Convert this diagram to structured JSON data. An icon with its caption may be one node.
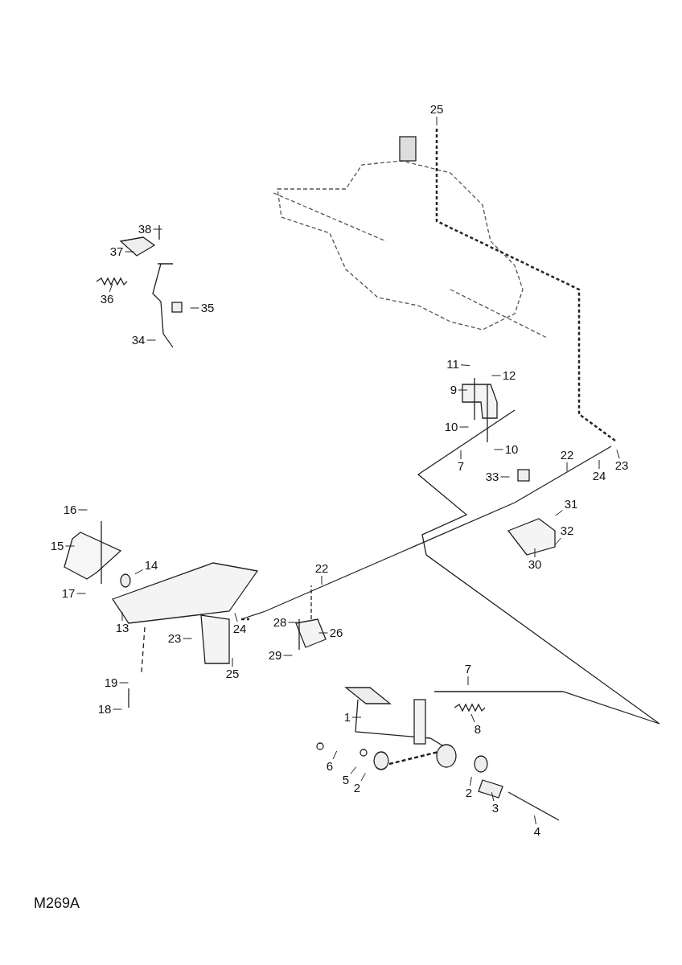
{
  "diagram": {
    "nodes": [
      {
        "text": [
          "25"
        ]
      },
      {
        "text": [
          "38"
        ]
      },
      {
        "text": [
          "37"
        ]
      },
      {
        "text": [
          "36"
        ]
      },
      {
        "text": [
          "35"
        ]
      },
      {
        "text": [
          "34"
        ]
      },
      {
        "text": [
          "11"
        ]
      },
      {
        "text": [
          "12"
        ]
      },
      {
        "text": [
          "9"
        ]
      },
      {
        "text": [
          "10"
        ]
      },
      {
        "text": [
          "10"
        ]
      },
      {
        "text": [
          "22"
        ]
      },
      {
        "text": [
          "7"
        ]
      },
      {
        "text": [
          "23"
        ]
      },
      {
        "text": [
          "24"
        ]
      },
      {
        "text": [
          "33"
        ]
      },
      {
        "text": [
          "31"
        ]
      },
      {
        "text": [
          "32"
        ]
      },
      {
        "text": [
          "30"
        ]
      },
      {
        "text": [
          "16"
        ]
      },
      {
        "text": [
          "15"
        ]
      },
      {
        "text": [
          "14"
        ]
      },
      {
        "text": [
          "22"
        ]
      },
      {
        "text": [
          "17"
        ]
      },
      {
        "text": [
          "28"
        ]
      },
      {
        "text": [
          "13"
        ]
      },
      {
        "text": [
          "26"
        ]
      },
      {
        "text": [
          "24"
        ]
      },
      {
        "text": [
          "23"
        ]
      },
      {
        "text": [
          "29"
        ]
      },
      {
        "text": [
          "25"
        ]
      },
      {
        "text": [
          "7"
        ]
      },
      {
        "text": [
          "19"
        ]
      },
      {
        "text": [
          "1"
        ]
      },
      {
        "text": [
          "8"
        ]
      },
      {
        "text": [
          "18"
        ]
      },
      {
        "text": [
          "6"
        ]
      },
      {
        "text": [
          "5"
        ]
      },
      {
        "text": [
          "2"
        ]
      },
      {
        "text": [
          "2"
        ]
      },
      {
        "text": [
          "3"
        ]
      },
      {
        "text": [
          "4"
        ]
      }
    ],
    "edges": [
      {
        "from": 0,
        "to": null,
        "arrow": "none"
      },
      {
        "from": 1,
        "to": null,
        "arrow": "none"
      },
      {
        "from": 2,
        "to": null,
        "arrow": "none"
      },
      {
        "from": 3,
        "to": null,
        "arrow": "none"
      },
      {
        "from": 4,
        "to": null,
        "arrow": "none"
      },
      {
        "from": 5,
        "to": null,
        "arrow": "none"
      },
      {
        "from": 6,
        "to": null,
        "arrow": "none"
      },
      {
        "from": 7,
        "to": null,
        "arrow": "none"
      },
      {
        "from": 8,
        "to": null,
        "arrow": "none"
      },
      {
        "from": 9,
        "to": null,
        "arrow": "none"
      },
      {
        "from": 10,
        "to": null,
        "arrow": "none"
      },
      {
        "from": 11,
        "to": null,
        "arrow": "none"
      },
      {
        "from": 12,
        "to": null,
        "arrow": "none"
      },
      {
        "from": 13,
        "to": null,
        "arrow": "none"
      },
      {
        "from": 14,
        "to": null,
        "arrow": "none"
      },
      {
        "from": 15,
        "to": null,
        "arrow": "none"
      },
      {
        "from": 16,
        "to": null,
        "arrow": "none"
      },
      {
        "from": 17,
        "to": null,
        "arrow": "none"
      },
      {
        "from": 18,
        "to": null,
        "arrow": "none"
      },
      {
        "from": 19,
        "to": null,
        "arrow": "none"
      },
      {
        "from": 20,
        "to": null,
        "arrow": "none"
      },
      {
        "from": 21,
        "to": null,
        "arrow": "none"
      },
      {
        "from": 22,
        "to": null,
        "arrow": "none"
      },
      {
        "from": 23,
        "to": null,
        "arrow": "none"
      },
      {
        "from": 24,
        "to": null,
        "arrow": "none"
      },
      {
        "from": 25,
        "to": null,
        "arrow": "none"
      },
      {
        "from": 26,
        "to": null,
        "arrow": "none"
      },
      {
        "from": 27,
        "to": null,
        "arrow": "none"
      },
      {
        "from": 28,
        "to": null,
        "arrow": "none"
      },
      {
        "from": 29,
        "to": null,
        "arrow": "none"
      },
      {
        "from": 30,
        "to": null,
        "arrow": "none"
      },
      {
        "from": 31,
        "to": null,
        "arrow": "none"
      },
      {
        "from": 32,
        "to": null,
        "arrow": "none"
      },
      {
        "from": 33,
        "to": null,
        "arrow": "none"
      },
      {
        "from": 34,
        "to": null,
        "arrow": "none"
      },
      {
        "from": 35,
        "to": null,
        "arrow": "none"
      },
      {
        "from": 36,
        "to": null,
        "arrow": "none"
      },
      {
        "from": 37,
        "to": null,
        "arrow": "none"
      },
      {
        "from": 38,
        "to": null,
        "arrow": "none"
      },
      {
        "from": 39,
        "to": null,
        "arrow": "none"
      },
      {
        "from": 40,
        "to": null,
        "arrow": "none"
      },
      {
        "from": 41,
        "to": null,
        "arrow": "none"
      }
    ],
    "labels": [
      "M269A"
    ]
  }
}
